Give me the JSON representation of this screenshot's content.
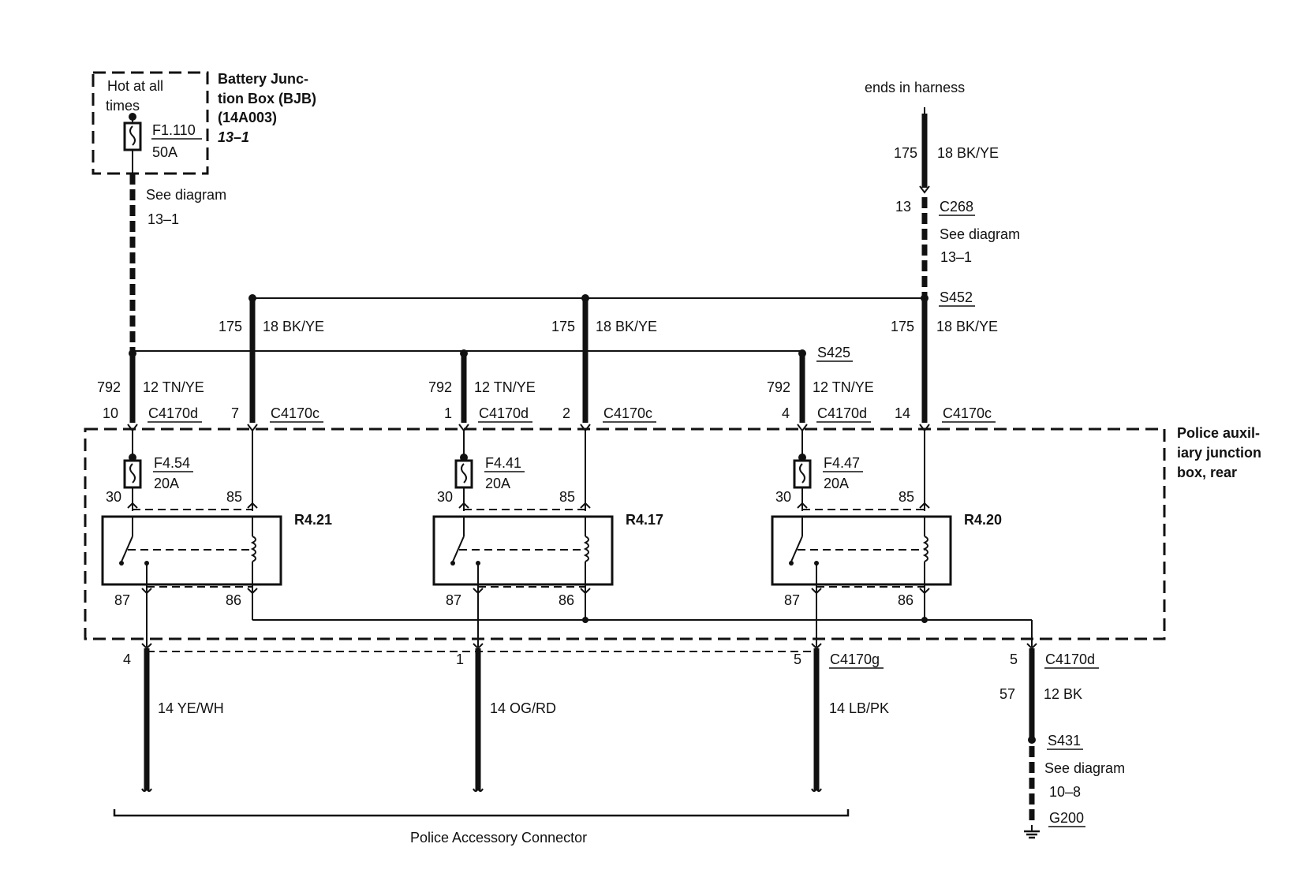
{
  "bjb": {
    "hot_label_1": "Hot at all",
    "hot_label_2": "times",
    "fuse_id": "F1.110",
    "fuse_rating": "50A",
    "title_1": "Battery Junc-",
    "title_2": "tion Box (BJB)",
    "title_3": "(14A003)",
    "ref": "13–1",
    "see_1": "See diagram",
    "see_2": "13–1"
  },
  "right_feed": {
    "ends": "ends in harness",
    "circuit": "175",
    "wire": "18 BK/YE",
    "pin": "13",
    "connector": "C268",
    "see_1": "See diagram",
    "see_2": "13–1",
    "splice": "S452"
  },
  "splice_s425": "S425",
  "relay_groups": [
    {
      "feed_circuit": "792",
      "feed_wire": "12 TN/YE",
      "feed_pin": "10",
      "feed_conn": "C4170d",
      "coil_circuit": "175",
      "coil_wire": "18 BK/YE",
      "coil_pin": "7",
      "coil_conn": "C4170c",
      "fuse_id": "F4.54",
      "fuse_rating": "20A",
      "relay_id": "R4.21",
      "t30": "30",
      "t85": "85",
      "t87": "87",
      "t86": "86",
      "out_pin": "4",
      "out_wire": "14 YE/WH",
      "out_conn": ""
    },
    {
      "feed_circuit": "792",
      "feed_wire": "12 TN/YE",
      "feed_pin": "1",
      "feed_conn": "C4170d",
      "coil_circuit": "175",
      "coil_wire": "18 BK/YE",
      "coil_pin": "2",
      "coil_conn": "C4170c",
      "fuse_id": "F4.41",
      "fuse_rating": "20A",
      "relay_id": "R4.17",
      "t30": "30",
      "t85": "85",
      "t87": "87",
      "t86": "86",
      "out_pin": "1",
      "out_wire": "14 OG/RD",
      "out_conn": ""
    },
    {
      "feed_circuit": "792",
      "feed_wire": "12 TN/YE",
      "feed_pin": "4",
      "feed_conn": "C4170d",
      "coil_circuit": "175",
      "coil_wire": "18 BK/YE",
      "coil_pin": "14",
      "coil_conn": "C4170c",
      "fuse_id": "F4.47",
      "fuse_rating": "20A",
      "relay_id": "R4.20",
      "t30": "30",
      "t85": "85",
      "t87": "87",
      "t86": "86",
      "out_pin": "5",
      "out_wire": "14 LB/PK",
      "out_conn": "C4170g"
    }
  ],
  "police_box": {
    "title_1": "Police auxil-",
    "title_2": "iary junction",
    "title_3": "box, rear"
  },
  "ground": {
    "pin": "5",
    "connector": "C4170d",
    "circuit": "57",
    "wire": "12 BK",
    "splice": "S431",
    "see_1": "See diagram",
    "see_2": "10–8",
    "ground_id": "G200"
  },
  "accessory_connector": "Police Accessory Connector"
}
